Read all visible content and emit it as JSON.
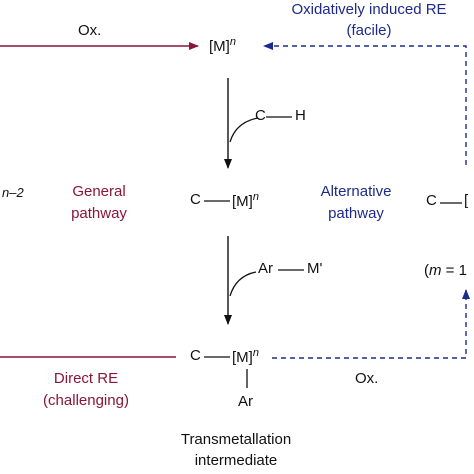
{
  "colors": {
    "general": "#8a1538",
    "alternative": "#1d2a8c",
    "text": "#111111"
  },
  "species": {
    "metal": "[M]",
    "metal_charge": "n",
    "carbon": "C",
    "hydrogen": "H",
    "aryl": "Ar",
    "transmetallating_agent": "M'",
    "left_fragment_charge": "n–2",
    "right_partial_bracket": "[",
    "right_partial_m": "m",
    "right_partial_eq": "= 1"
  },
  "labels": {
    "ox_top": "Ox.",
    "ox_bottom": "Ox.",
    "oxidatively_induced_re": "Oxidatively induced RE",
    "facile": "(facile)",
    "general_pathway_line1": "General",
    "general_pathway_line2": "pathway",
    "alternative_pathway_line1": "Alternative",
    "alternative_pathway_line2": "pathway",
    "direct_re": "Direct RE",
    "challenging": "(challenging)",
    "transmetallation_line1": "Transmetallation",
    "transmetallation_line2": "intermediate"
  }
}
